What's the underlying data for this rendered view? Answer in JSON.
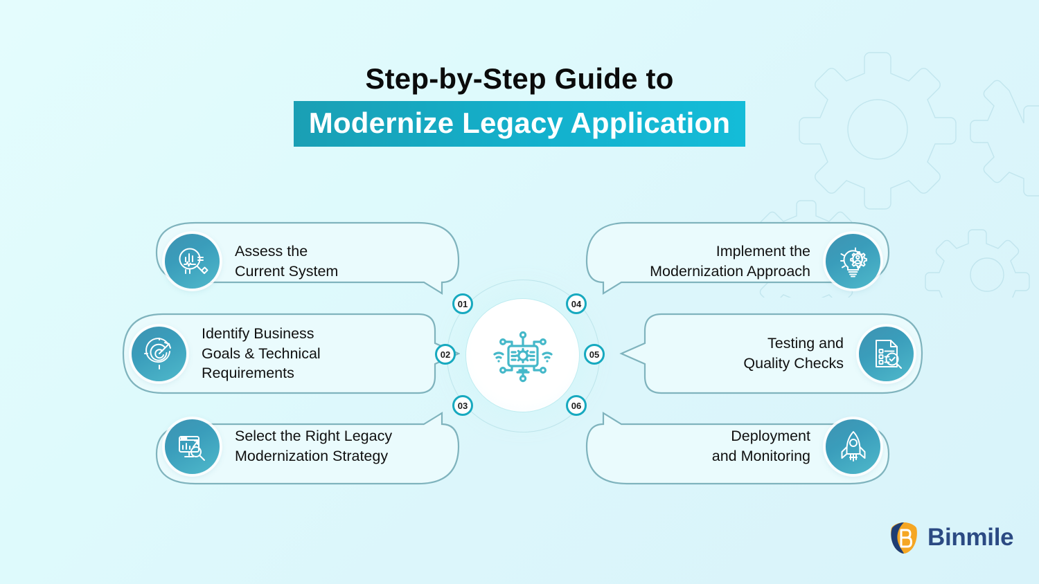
{
  "title": {
    "line1": "Step-by-Step Guide to",
    "line2": "Modernize Legacy Application",
    "highlight_color": "#14b4cf"
  },
  "center_hub": {
    "icon": "monitor-gear-network-icon",
    "description": "Monitor with gear, wifi signals and network nodes"
  },
  "steps": [
    {
      "number": "01",
      "side": "left",
      "icon": "chart-magnifier-icon",
      "lines": [
        "Assess the",
        "Current System"
      ]
    },
    {
      "number": "02",
      "side": "left",
      "icon": "target-arrow-icon",
      "lines": [
        "Identify Business",
        "Goals & Technical",
        "Requirements"
      ]
    },
    {
      "number": "03",
      "side": "left",
      "icon": "monitor-chart-magnifier-icon",
      "lines": [
        "Select the Right Legacy",
        "Modernization Strategy"
      ]
    },
    {
      "number": "04",
      "side": "right",
      "icon": "lightbulb-gear-user-icon",
      "lines": [
        "Implement the",
        "Modernization Approach"
      ]
    },
    {
      "number": "05",
      "side": "right",
      "icon": "document-checklist-magnifier-icon",
      "lines": [
        "Testing and",
        "Quality Checks"
      ]
    },
    {
      "number": "06",
      "side": "right",
      "icon": "rocket-icon",
      "lines": [
        "Deployment",
        "and Monitoring"
      ]
    }
  ],
  "brand": {
    "name": "Binmile",
    "logo_icon": "binmile-shield-b-logo",
    "text_color": "#2b4a83",
    "shield_blue": "#1f3d73",
    "shield_orange": "#f5a623"
  },
  "decor": {
    "gears": "background-gear-outlines"
  }
}
